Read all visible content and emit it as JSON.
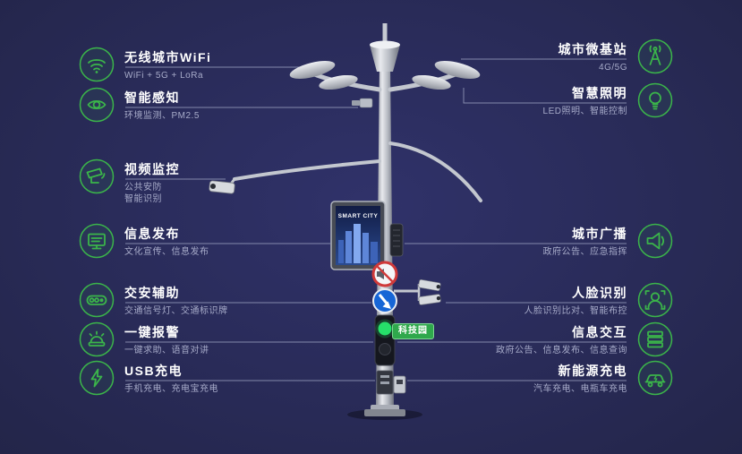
{
  "palette": {
    "background": "#292b58",
    "accent_green": "#3bb54a",
    "connector_line": "#9aa0bf",
    "title_color": "#ffffff",
    "subtitle_color": "#a7abc9",
    "sign_blue": "#1766d6",
    "sign_red": "#d03a3a",
    "signal_green": "#26e06a"
  },
  "left_features": [
    {
      "icon": "wifi-icon",
      "title": "无线城市WiFi",
      "sub1": "WiFi + 5G + LoRa",
      "sub2": ""
    },
    {
      "icon": "sensing-icon",
      "title": "智能感知",
      "sub1": "环境监测、PM2.5",
      "sub2": ""
    },
    {
      "icon": "cctv-icon",
      "title": "视频监控",
      "sub1": "公共安防",
      "sub2": "智能识别"
    },
    {
      "icon": "screen-icon",
      "title": "信息发布",
      "sub1": "文化宣传、信息发布",
      "sub2": ""
    },
    {
      "icon": "traffic-aid-icon",
      "title": "交安辅助",
      "sub1": "交通信号灯、交通标识牌",
      "sub2": ""
    },
    {
      "icon": "alarm-icon",
      "title": "一键报警",
      "sub1": "一键求助、语音对讲",
      "sub2": ""
    },
    {
      "icon": "usb-charge-icon",
      "title": "USB充电",
      "sub1": "手机充电、充电宝充电",
      "sub2": ""
    }
  ],
  "right_features": [
    {
      "icon": "base-station-icon",
      "title": "城市微基站",
      "sub1": "4G/5G",
      "sub2": ""
    },
    {
      "icon": "bulb-icon",
      "title": "智慧照明",
      "sub1": "LED照明、智能控制",
      "sub2": ""
    },
    {
      "icon": "speaker-icon",
      "title": "城市广播",
      "sub1": "政府公告、应急指挥",
      "sub2": ""
    },
    {
      "icon": "face-icon",
      "title": "人脸识别",
      "sub1": "人脸识别比对、智能布控",
      "sub2": ""
    },
    {
      "icon": "interaction-icon",
      "title": "信息交互",
      "sub1": "政府公告、信息发布、信息查询",
      "sub2": ""
    },
    {
      "icon": "ev-charge-icon",
      "title": "新能源充电",
      "sub1": "汽车充电、电瓶车充电",
      "sub2": ""
    }
  ],
  "pole": {
    "screen_title": "SMART CITY",
    "tag_label": "科技园"
  }
}
